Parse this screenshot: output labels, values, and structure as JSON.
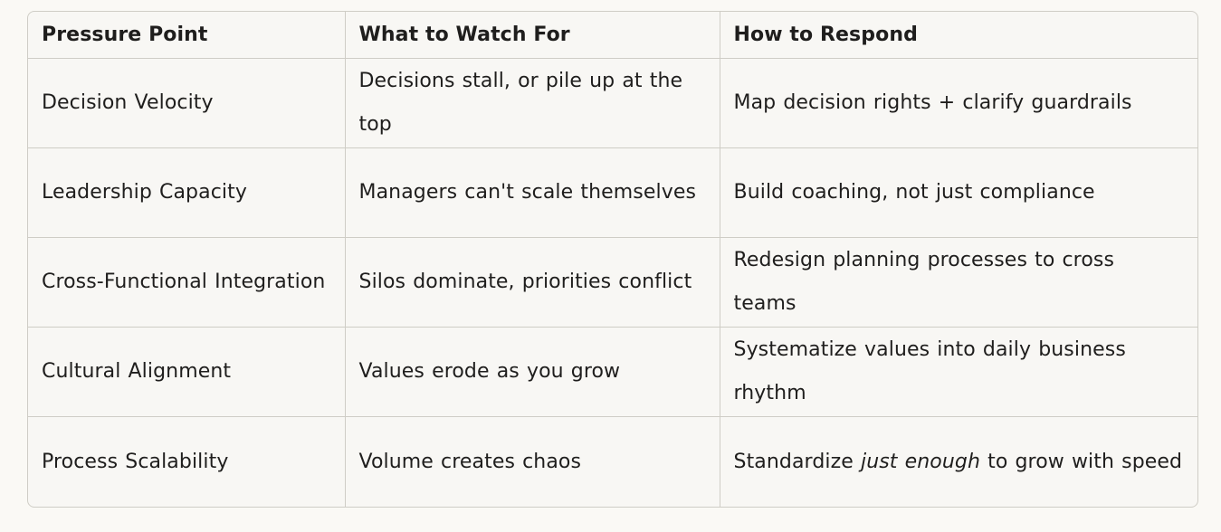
{
  "table": {
    "headers": [
      "Pressure Point",
      "What to Watch For",
      "How to Respond"
    ],
    "rows": [
      {
        "point": "Decision Velocity",
        "watch": "Decisions stall, or pile up at the top",
        "respond": {
          "before": "Map decision rights + clarify guardrails",
          "emphasis": "",
          "after": ""
        }
      },
      {
        "point": "Leadership Capacity",
        "watch": "Managers can't scale themselves",
        "respond": {
          "before": "Build coaching, not just compliance",
          "emphasis": "",
          "after": ""
        }
      },
      {
        "point": "Cross-Functional Integration",
        "watch": "Silos dominate, priorities conflict",
        "respond": {
          "before": "Redesign planning processes to cross teams",
          "emphasis": "",
          "after": ""
        }
      },
      {
        "point": "Cultural Alignment",
        "watch": "Values erode as you grow",
        "respond": {
          "before": "Systematize values into daily business rhythm",
          "emphasis": "",
          "after": ""
        }
      },
      {
        "point": "Process Scalability",
        "watch": "Volume creates chaos",
        "respond": {
          "before": "Standardize ",
          "emphasis": "just enough",
          "after": " to grow with speed"
        }
      }
    ]
  }
}
